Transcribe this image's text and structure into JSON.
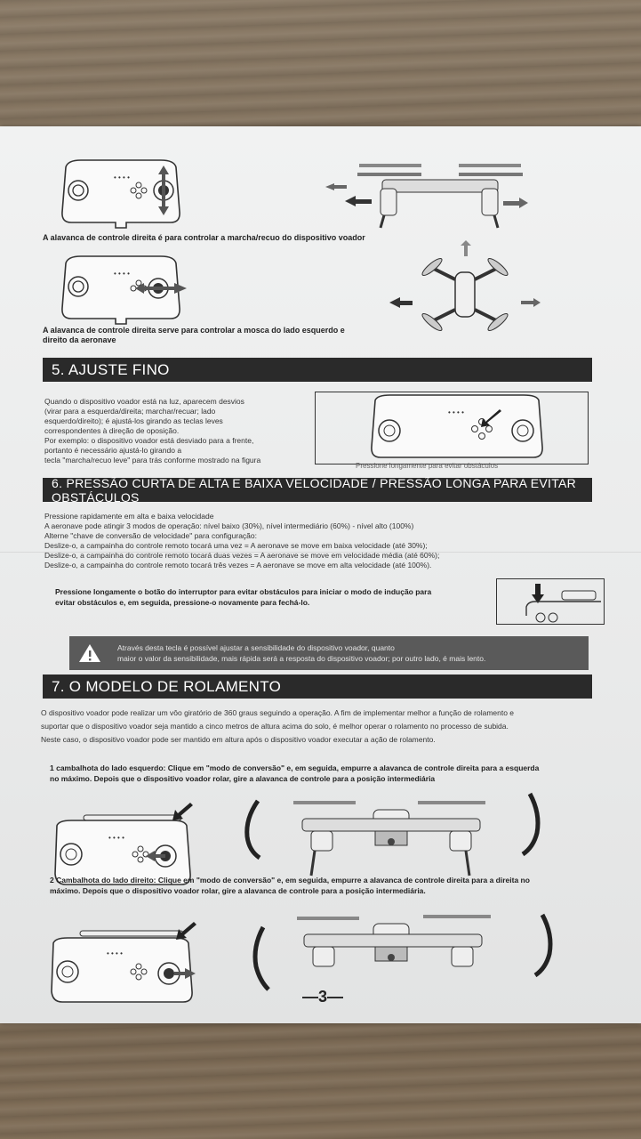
{
  "intro": {
    "caption1": "A alavanca de controle direita é para controlar a marcha/recuo do dispositivo voador",
    "caption2": "A alavanca de controle direita serve para controlar a mosca do lado esquerdo e direito da aeronave"
  },
  "section5": {
    "title": "5. AJUSTE FINO",
    "lines": [
      "Quando o dispositivo voador está na luz, aparecem desvios",
      "(virar para a esquerda/direita; marchar/recuar; lado",
      "esquerdo/direito); é ajustá-los girando as teclas leves",
      "correspondentes à direção de oposição.",
      "Por exemplo: o dispositivo voador está desviado para a frente,",
      "portanto é necessário ajustá-lo girando a",
      "tecla \"marcha/recuo leve\" para trás conforme mostrado na figura"
    ],
    "figure_caption": "Pressione longamente para evitar obstáculos"
  },
  "section6": {
    "title": "6. PRESSÃO CURTA DE ALTA E BAIXA VELOCIDADE / PRESSÃO LONGA PARA EVITAR OBSTÁCULOS",
    "lines": [
      "Pressione rapidamente em alta e baixa velocidade",
      "A aeronave pode atingir 3 modos de operação: nível baixo (30%), nível intermediário (60%) - nível alto (100%)",
      "Alterne \"chave de conversão de velocidade\" para configuração:",
      "Deslize-o, a campainha do controle remoto tocará uma vez = A aeronave se move em baixa velocidade (até 30%);",
      "Deslize-o, a campainha do controle remoto tocará duas vezes = A aeronave se move em velocidade média (até 60%);",
      "Deslize-o, a campainha do controle remoto tocará três vezes = A aeronave se move em alta velocidade (até 100%)."
    ],
    "obstacle_text_1": "Pressione longamente o botão do interruptor para evitar obstáculos para iniciar o modo de indução para",
    "obstacle_text_2": "evitar obstáculos e, em seguida, pressione-o novamente para fechá-lo.",
    "warning_1": "Através desta tecla é possível ajustar a sensibilidade do dispositivo voador, quanto",
    "warning_2": "maior o valor da sensibilidade, mais rápida será a resposta do dispositivo voador; por outro lado, é mais lento.",
    "warning_icon": "warning-triangle-icon"
  },
  "section7": {
    "title": "7. O MODELO DE ROLAMENTO",
    "lines": [
      "O dispositivo voador pode realizar um vôo giratório de 360 graus seguindo a operação. A fim de implementar melhor a função de rolamento e",
      "suportar que o dispositivo voador seja mantido a cinco metros de altura acima do solo, é melhor operar o rolamento no processo de subida.",
      "Neste caso, o dispositivo voador pode ser mantido em altura após o dispositivo voador executar a ação de rolamento."
    ],
    "step1_a": "1 cambalhota do lado esquerdo: Clique em \"modo de conversão\" e, em seguida, empurre a alavanca de controle direita para a esquerda",
    "step1_b": "no máximo. Depois que o dispositivo voador rolar, gire a alavanca de controle para a posição intermediária",
    "step2_a": "2 Cambalhota do lado direito: Clique em \"modo de conversão\" e, em seguida, empurre a alavanca de controle direita para a direita no",
    "step2_b": "máximo. Depois que o dispositivo voador rolar, gire a alavanca de controle para a posição intermediária."
  },
  "page_number": "—3—"
}
